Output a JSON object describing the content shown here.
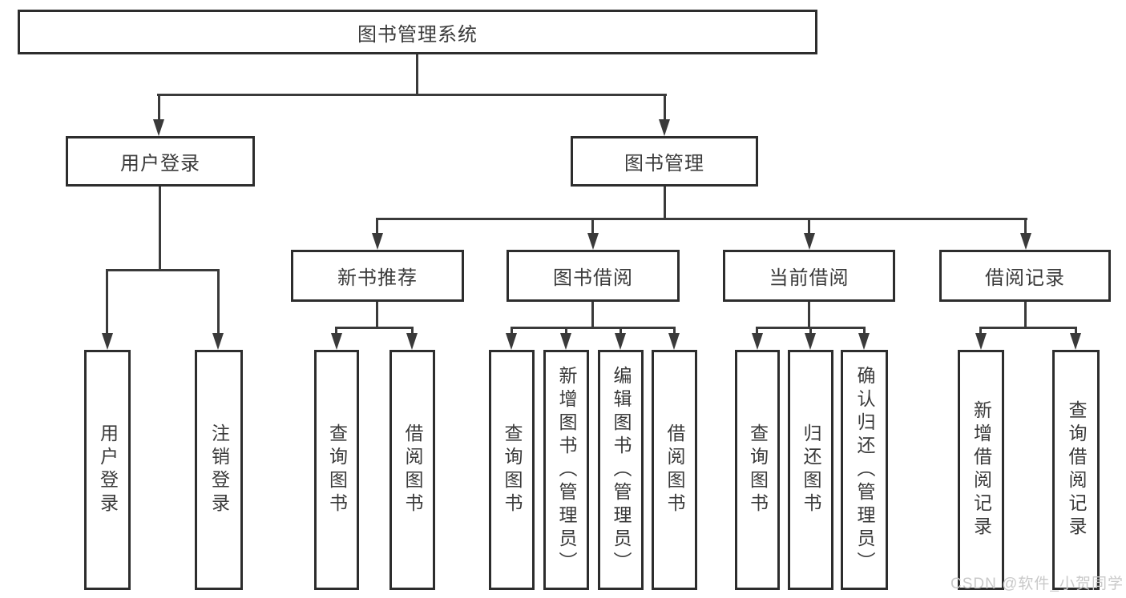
{
  "tree": {
    "label": "图书管理系统",
    "children": [
      {
        "label": "用户登录",
        "children": [
          {
            "label": "用户登录"
          },
          {
            "label": "注销登录"
          }
        ]
      },
      {
        "label": "图书管理",
        "children": [
          {
            "label": "新书推荐",
            "children": [
              {
                "label": "查询图书"
              },
              {
                "label": "借阅图书"
              }
            ]
          },
          {
            "label": "图书借阅",
            "children": [
              {
                "label": "查询图书"
              },
              {
                "label": "新增图书（管理员）"
              },
              {
                "label": "编辑图书（管理员）"
              },
              {
                "label": "借阅图书"
              }
            ]
          },
          {
            "label": "当前借阅",
            "children": [
              {
                "label": "查询图书"
              },
              {
                "label": "归还图书"
              },
              {
                "label": "确认归还（管理员）"
              }
            ]
          },
          {
            "label": "借阅记录",
            "children": [
              {
                "label": "新增借阅记录"
              },
              {
                "label": "查询借阅记录"
              }
            ]
          }
        ]
      }
    ]
  },
  "watermark": {
    "text": "CSDN @软件_小贺同学"
  },
  "colors": {
    "background": "#ffffff",
    "box_fill": "#ffffff",
    "box_border": "#2d2d2d",
    "line": "#3a3a3a",
    "text": "#3a3a3a",
    "watermark_text": "#c9c9c9"
  }
}
